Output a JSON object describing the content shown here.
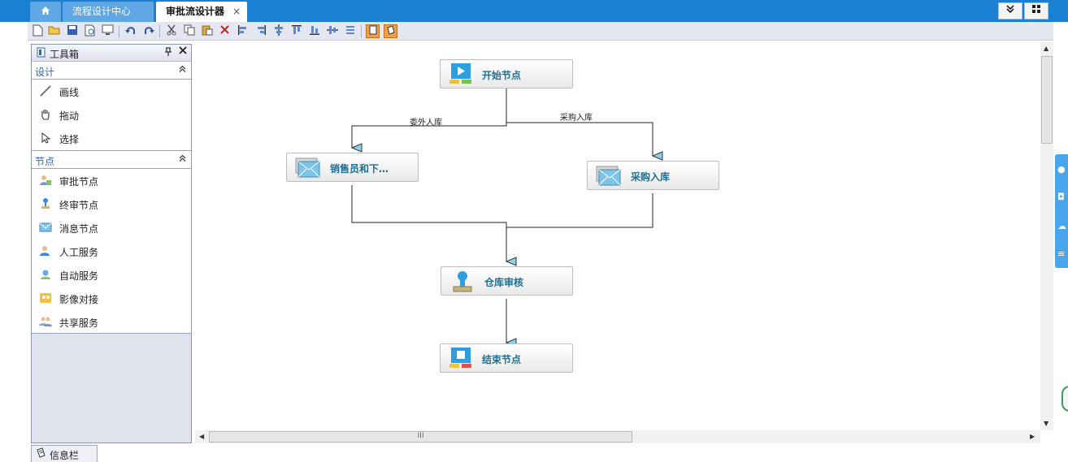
{
  "tabs": {
    "home_icon": "home-icon",
    "center_label": "流程设计中心",
    "designer_label": "审批流设计器",
    "designer_close": "×",
    "expand_icon": "≚",
    "grid_icon": "▦"
  },
  "toolbar": {
    "icons": [
      "new-file-icon",
      "open-folder-icon",
      "save-icon",
      "preview-icon",
      "monitor-icon",
      "undo-icon",
      "redo-icon",
      "cut-icon",
      "copy-icon",
      "paste-icon",
      "delete-icon",
      "align-left-icon",
      "align-right-icon",
      "align-center-icon",
      "align-top-icon",
      "align-bottom-icon",
      "align-middle-icon",
      "distribute-icon",
      "toolbox-toggle-icon",
      "info-toggle-icon"
    ]
  },
  "toolbox": {
    "title": "工具箱",
    "sections": [
      {
        "title": "设计",
        "items": [
          {
            "label": "画线",
            "icon": "line-icon"
          },
          {
            "label": "拖动",
            "icon": "hand-icon"
          },
          {
            "label": "选择",
            "icon": "pointer-icon"
          }
        ]
      },
      {
        "title": "节点",
        "items": [
          {
            "label": "审批节点",
            "icon": "approval-user-icon"
          },
          {
            "label": "终审节点",
            "icon": "stamp-icon"
          },
          {
            "label": "消息节点",
            "icon": "mail-icon"
          },
          {
            "label": "人工服务",
            "icon": "manual-service-icon"
          },
          {
            "label": "自动服务",
            "icon": "auto-service-icon"
          },
          {
            "label": "影像对接",
            "icon": "image-link-icon"
          },
          {
            "label": "共享服务",
            "icon": "shared-service-icon"
          }
        ]
      }
    ]
  },
  "flow": {
    "nodes": [
      {
        "id": "start",
        "label": "开始节点",
        "icon": "start-node-icon"
      },
      {
        "id": "sales",
        "label": "销售员和下…",
        "icon": "mail-stack-icon"
      },
      {
        "id": "purchase",
        "label": "采购入库",
        "icon": "mail-stack-icon"
      },
      {
        "id": "warehouse",
        "label": "仓库审核",
        "icon": "stamp-icon"
      },
      {
        "id": "end",
        "label": "结束节点",
        "icon": "end-node-icon"
      }
    ],
    "edges": [
      {
        "from": "start",
        "to": "sales",
        "label": "委外人库"
      },
      {
        "from": "start",
        "to": "purchase",
        "label": "采购入库"
      },
      {
        "from": "sales",
        "to": "warehouse",
        "label": ""
      },
      {
        "from": "purchase",
        "to": "warehouse",
        "label": ""
      },
      {
        "from": "warehouse",
        "to": "end",
        "label": ""
      }
    ]
  },
  "hscroll_grip": "III",
  "info_tab": {
    "label": "信息栏"
  },
  "colors": {
    "tabbar": "#1b7fd2",
    "node_label": "#1f6f95",
    "section_title": "#2d65b4",
    "arrowhead": "#8fd0ea"
  }
}
